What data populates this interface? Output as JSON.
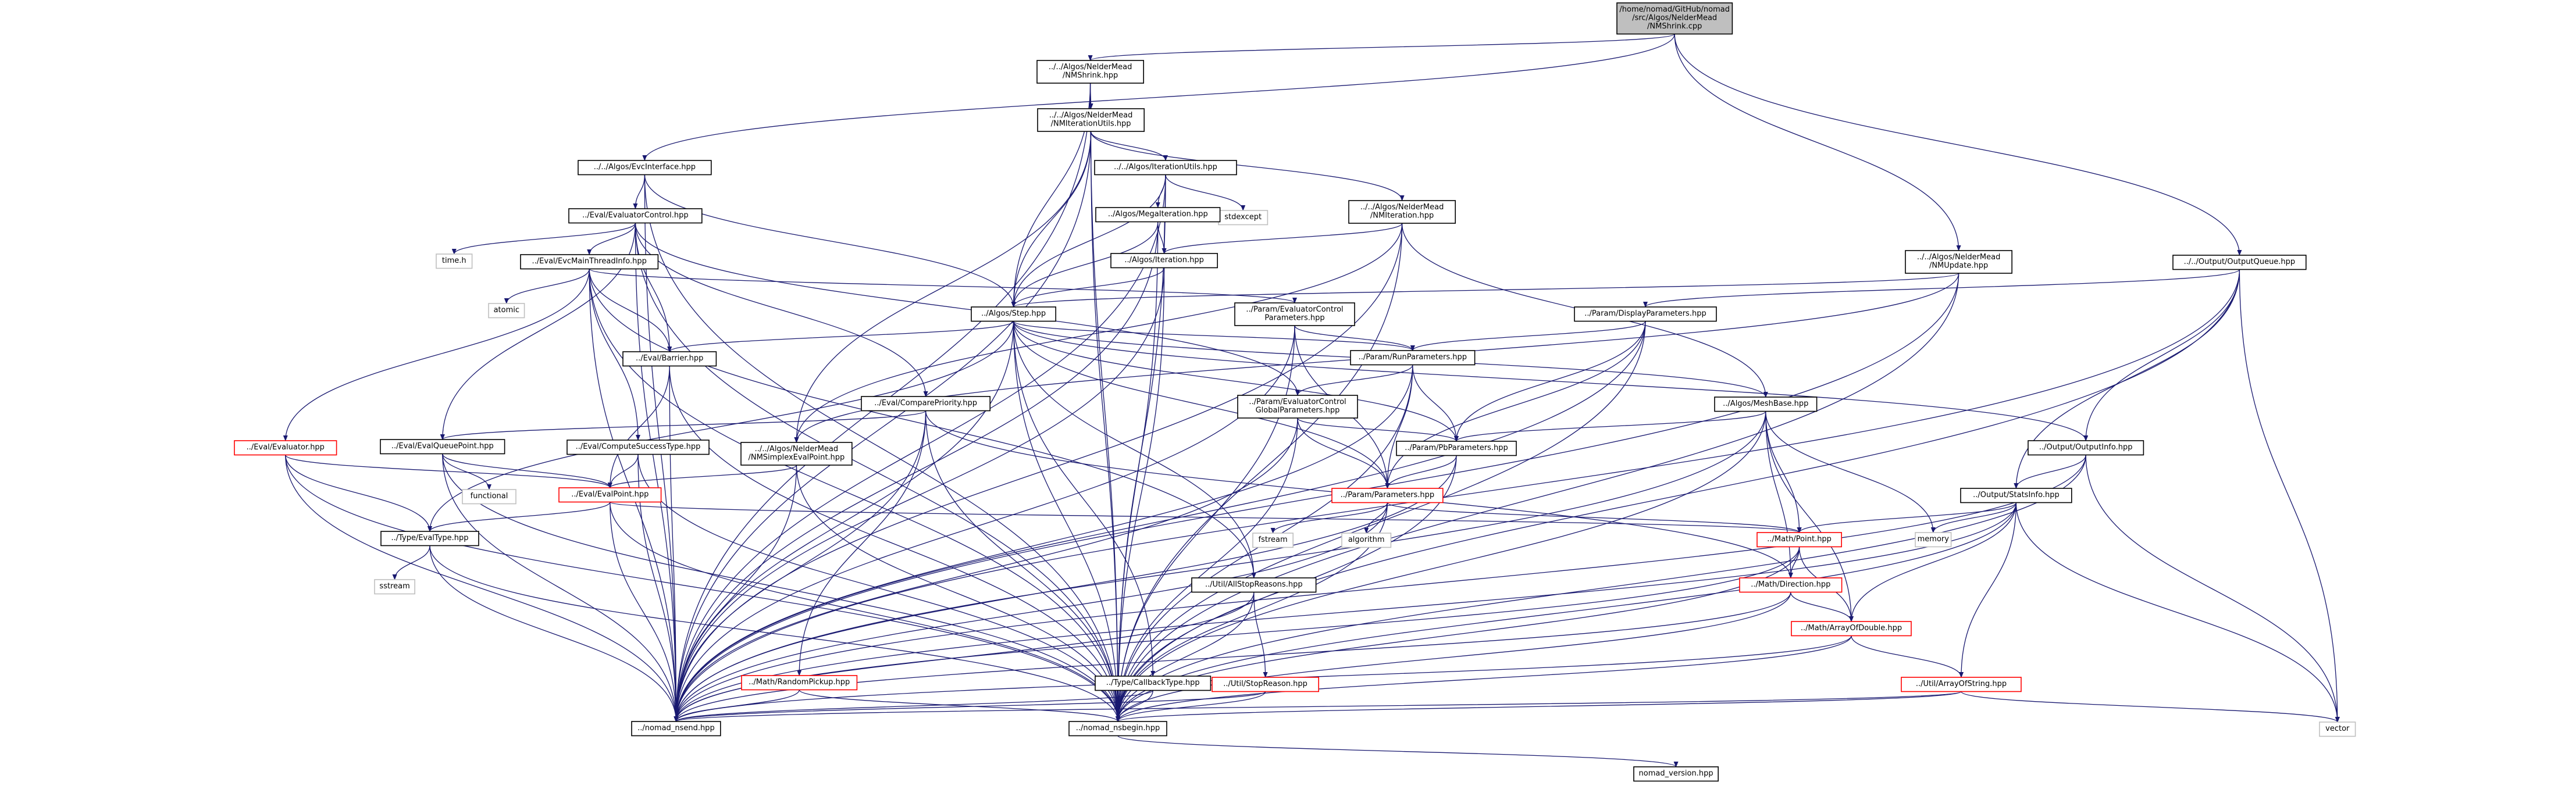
{
  "colors": {
    "edge": "#191970",
    "node_fill": "#ffffff",
    "node_border": "#000000",
    "root_fill": "#bfbfbf",
    "missing_border": "#ff0000",
    "external_border": "#bfbfbf",
    "text": "#000000"
  },
  "nodes": [
    {
      "id": "root",
      "lines": [
        "/home/nomad/GitHub/nomad",
        "/src/Algos/NelderMead",
        "/NMShrink.cpp"
      ],
      "kind": "root"
    },
    {
      "id": "nmshrink",
      "lines": [
        "../../Algos/NelderMead",
        "/NMShrink.hpp"
      ],
      "kind": "normal"
    },
    {
      "id": "nmiterutils",
      "lines": [
        "../../Algos/NelderMead",
        "/NMIterationUtils.hpp"
      ],
      "kind": "normal"
    },
    {
      "id": "evcinterface",
      "lines": [
        "../../Algos/EvcInterface.hpp"
      ],
      "kind": "normal"
    },
    {
      "id": "iterutils",
      "lines": [
        "../../Algos/IterationUtils.hpp"
      ],
      "kind": "normal"
    },
    {
      "id": "stdexcept",
      "lines": [
        "stdexcept"
      ],
      "kind": "external"
    },
    {
      "id": "evalctrl",
      "lines": [
        "../Eval/EvaluatorControl.hpp"
      ],
      "kind": "normal"
    },
    {
      "id": "megaiter",
      "lines": [
        "../Algos/MegaIteration.hpp"
      ],
      "kind": "normal"
    },
    {
      "id": "nmiteration",
      "lines": [
        "../../Algos/NelderMead",
        "/NMIteration.hpp"
      ],
      "kind": "normal"
    },
    {
      "id": "time",
      "lines": [
        "time.h"
      ],
      "kind": "external"
    },
    {
      "id": "evcmain",
      "lines": [
        "../Eval/EvcMainThreadInfo.hpp"
      ],
      "kind": "normal"
    },
    {
      "id": "iteration",
      "lines": [
        "../Algos/Iteration.hpp"
      ],
      "kind": "normal"
    },
    {
      "id": "nmupdate",
      "lines": [
        "../../Algos/NelderMead",
        "/NMUpdate.hpp"
      ],
      "kind": "normal"
    },
    {
      "id": "outqueue",
      "lines": [
        "../../Output/OutputQueue.hpp"
      ],
      "kind": "normal"
    },
    {
      "id": "atomic",
      "lines": [
        "atomic"
      ],
      "kind": "external"
    },
    {
      "id": "step",
      "lines": [
        "../Algos/Step.hpp"
      ],
      "kind": "normal"
    },
    {
      "id": "evalctrlparams",
      "lines": [
        "../Param/EvaluatorControl",
        "Parameters.hpp"
      ],
      "kind": "normal"
    },
    {
      "id": "displayparams",
      "lines": [
        "../Param/DisplayParameters.hpp"
      ],
      "kind": "normal"
    },
    {
      "id": "barrier",
      "lines": [
        "../Eval/Barrier.hpp"
      ],
      "kind": "normal"
    },
    {
      "id": "runparams",
      "lines": [
        "../Param/RunParameters.hpp"
      ],
      "kind": "normal"
    },
    {
      "id": "comparepriority",
      "lines": [
        "../Eval/ComparePriority.hpp"
      ],
      "kind": "normal"
    },
    {
      "id": "evalctrlglobal",
      "lines": [
        "../Param/EvaluatorControl",
        "GlobalParameters.hpp"
      ],
      "kind": "normal"
    },
    {
      "id": "meshbase",
      "lines": [
        "../Algos/MeshBase.hpp"
      ],
      "kind": "normal"
    },
    {
      "id": "evaluator",
      "lines": [
        "../Eval/Evaluator.hpp"
      ],
      "kind": "missing"
    },
    {
      "id": "evalqueuepoint",
      "lines": [
        "../Eval/EvalQueuePoint.hpp"
      ],
      "kind": "normal"
    },
    {
      "id": "computesuccess",
      "lines": [
        "../Eval/ComputeSuccessType.hpp"
      ],
      "kind": "normal"
    },
    {
      "id": "nmsimplexevalpoint",
      "lines": [
        "../../Algos/NelderMead",
        "/NMSimplexEvalPoint.hpp"
      ],
      "kind": "normal"
    },
    {
      "id": "pbparams",
      "lines": [
        "../Param/PbParameters.hpp"
      ],
      "kind": "normal"
    },
    {
      "id": "outinfo",
      "lines": [
        "../Output/OutputInfo.hpp"
      ],
      "kind": "normal"
    },
    {
      "id": "functional",
      "lines": [
        "functional"
      ],
      "kind": "external"
    },
    {
      "id": "evalpoint",
      "lines": [
        "../Eval/EvalPoint.hpp"
      ],
      "kind": "missing"
    },
    {
      "id": "parameters",
      "lines": [
        "../Param/Parameters.hpp"
      ],
      "kind": "missing"
    },
    {
      "id": "statsinfo",
      "lines": [
        "../Output/StatsInfo.hpp"
      ],
      "kind": "normal"
    },
    {
      "id": "evaltype",
      "lines": [
        "../Type/EvalType.hpp"
      ],
      "kind": "normal"
    },
    {
      "id": "fstream",
      "lines": [
        "fstream"
      ],
      "kind": "external"
    },
    {
      "id": "algorithm",
      "lines": [
        "algorithm"
      ],
      "kind": "external"
    },
    {
      "id": "memory",
      "lines": [
        "memory"
      ],
      "kind": "external"
    },
    {
      "id": "point",
      "lines": [
        "../Math/Point.hpp"
      ],
      "kind": "missing"
    },
    {
      "id": "sstream",
      "lines": [
        "sstream"
      ],
      "kind": "external"
    },
    {
      "id": "allstopreasons",
      "lines": [
        "../Util/AllStopReasons.hpp"
      ],
      "kind": "normal"
    },
    {
      "id": "direction",
      "lines": [
        "../Math/Direction.hpp"
      ],
      "kind": "missing"
    },
    {
      "id": "arrayofdouble",
      "lines": [
        "../Math/ArrayOfDouble.hpp"
      ],
      "kind": "missing"
    },
    {
      "id": "randompickup",
      "lines": [
        "../Math/RandomPickup.hpp"
      ],
      "kind": "missing"
    },
    {
      "id": "callbacktype",
      "lines": [
        "../Type/CallbackType.hpp"
      ],
      "kind": "normal"
    },
    {
      "id": "stopreason",
      "lines": [
        "../Util/StopReason.hpp"
      ],
      "kind": "missing"
    },
    {
      "id": "arrayofstring",
      "lines": [
        "../Util/ArrayOfString.hpp"
      ],
      "kind": "missing"
    },
    {
      "id": "nomadnsend",
      "lines": [
        "../nomad_nsend.hpp"
      ],
      "kind": "normal"
    },
    {
      "id": "nomadnsbegin",
      "lines": [
        "../nomad_nsbegin.hpp"
      ],
      "kind": "normal"
    },
    {
      "id": "vector",
      "lines": [
        "vector"
      ],
      "kind": "external"
    },
    {
      "id": "nomadversion",
      "lines": [
        "nomad_version.hpp"
      ],
      "kind": "normal"
    }
  ],
  "edges": [
    [
      "root",
      "nmshrink"
    ],
    [
      "root",
      "evcinterface"
    ],
    [
      "root",
      "nmupdate"
    ],
    [
      "root",
      "outqueue"
    ],
    [
      "nmshrink",
      "nmiterutils"
    ],
    [
      "nmshrink",
      "step"
    ],
    [
      "nmshrink",
      "nomadnsend"
    ],
    [
      "nmshrink",
      "nomadnsbegin"
    ],
    [
      "nmiterutils",
      "iterutils"
    ],
    [
      "nmiterutils",
      "nmiteration"
    ],
    [
      "nmiterutils",
      "step"
    ],
    [
      "nmiterutils",
      "nmsimplexevalpoint"
    ],
    [
      "nmiterutils",
      "nomadnsend"
    ],
    [
      "nmiterutils",
      "nomadnsbegin"
    ],
    [
      "evcinterface",
      "evalctrl"
    ],
    [
      "evcinterface",
      "step"
    ],
    [
      "evcinterface",
      "nomadnsbegin"
    ],
    [
      "evcinterface",
      "nomadnsend"
    ],
    [
      "iterutils",
      "stdexcept"
    ],
    [
      "iterutils",
      "megaiter"
    ],
    [
      "iterutils",
      "iteration"
    ],
    [
      "iterutils",
      "step"
    ],
    [
      "iterutils",
      "nomadnsend"
    ],
    [
      "iterutils",
      "nomadnsbegin"
    ],
    [
      "megaiter",
      "iteration"
    ],
    [
      "megaiter",
      "step"
    ],
    [
      "megaiter",
      "nomadnsend"
    ],
    [
      "megaiter",
      "nomadnsbegin"
    ],
    [
      "nmiteration",
      "iteration"
    ],
    [
      "nmiteration",
      "meshbase"
    ],
    [
      "nmiteration",
      "nmsimplexevalpoint"
    ],
    [
      "nmiteration",
      "nomadnsend"
    ],
    [
      "nmiteration",
      "nomadnsbegin"
    ],
    [
      "evalctrl",
      "time"
    ],
    [
      "evalctrl",
      "evcmain"
    ],
    [
      "evalctrl",
      "barrier"
    ],
    [
      "evalctrl",
      "comparepriority"
    ],
    [
      "evalctrl",
      "evalqueuepoint"
    ],
    [
      "evalctrl",
      "evalctrlglobal"
    ],
    [
      "evalctrl",
      "nomadnsend"
    ],
    [
      "evalctrl",
      "nomadnsbegin"
    ],
    [
      "evcmain",
      "atomic"
    ],
    [
      "evcmain",
      "barrier"
    ],
    [
      "evcmain",
      "evaluator"
    ],
    [
      "evcmain",
      "computesuccess"
    ],
    [
      "evcmain",
      "evalctrlparams"
    ],
    [
      "evcmain",
      "nomadnsend"
    ],
    [
      "evcmain",
      "nomadnsbegin"
    ],
    [
      "evcmain",
      "allstopreasons"
    ],
    [
      "iteration",
      "step"
    ],
    [
      "iteration",
      "nomadnsend"
    ],
    [
      "iteration",
      "nomadnsbegin"
    ],
    [
      "nmupdate",
      "step"
    ],
    [
      "nmupdate",
      "nmsimplexevalpoint"
    ],
    [
      "nmupdate",
      "nomadnsend"
    ],
    [
      "nmupdate",
      "nomadnsbegin"
    ],
    [
      "outqueue",
      "displayparams"
    ],
    [
      "outqueue",
      "outinfo"
    ],
    [
      "outqueue",
      "statsinfo"
    ],
    [
      "outqueue",
      "vector"
    ],
    [
      "outqueue",
      "nomadnsend"
    ],
    [
      "outqueue",
      "nomadnsbegin"
    ],
    [
      "step",
      "barrier"
    ],
    [
      "step",
      "runparams"
    ],
    [
      "step",
      "pbparams"
    ],
    [
      "step",
      "meshbase"
    ],
    [
      "step",
      "outinfo"
    ],
    [
      "step",
      "evaltype"
    ],
    [
      "step",
      "allstopreasons"
    ],
    [
      "step",
      "callbacktype"
    ],
    [
      "step",
      "nomadnsend"
    ],
    [
      "step",
      "nomadnsbegin"
    ],
    [
      "step",
      "parameters"
    ],
    [
      "evalctrlparams",
      "runparams"
    ],
    [
      "evalctrlparams",
      "parameters"
    ],
    [
      "evalctrlparams",
      "nomadnsend"
    ],
    [
      "evalctrlparams",
      "nomadnsbegin"
    ],
    [
      "displayparams",
      "runparams"
    ],
    [
      "displayparams",
      "pbparams"
    ],
    [
      "displayparams",
      "parameters"
    ],
    [
      "displayparams",
      "nomadnsend"
    ],
    [
      "displayparams",
      "nomadnsbegin"
    ],
    [
      "barrier",
      "evalpoint"
    ],
    [
      "barrier",
      "nomadnsend"
    ],
    [
      "barrier",
      "nomadnsbegin"
    ],
    [
      "runparams",
      "evalctrlglobal"
    ],
    [
      "runparams",
      "pbparams"
    ],
    [
      "runparams",
      "parameters"
    ],
    [
      "runparams",
      "nomadnsend"
    ],
    [
      "runparams",
      "nomadnsbegin"
    ],
    [
      "comparepriority",
      "evalqueuepoint"
    ],
    [
      "comparepriority",
      "direction"
    ],
    [
      "comparepriority",
      "randompickup"
    ],
    [
      "comparepriority",
      "nomadnsend"
    ],
    [
      "comparepriority",
      "nomadnsbegin"
    ],
    [
      "evalctrlglobal",
      "pbparams"
    ],
    [
      "evalctrlglobal",
      "parameters"
    ],
    [
      "evalctrlglobal",
      "nomadnsend"
    ],
    [
      "evalctrlglobal",
      "nomadnsbegin"
    ],
    [
      "meshbase",
      "pbparams"
    ],
    [
      "meshbase",
      "point"
    ],
    [
      "meshbase",
      "direction"
    ],
    [
      "meshbase",
      "arrayofdouble"
    ],
    [
      "meshbase",
      "memory"
    ],
    [
      "meshbase",
      "nomadnsend"
    ],
    [
      "meshbase",
      "nomadnsbegin"
    ],
    [
      "evaluator",
      "evalpoint"
    ],
    [
      "evaluator",
      "evaltype"
    ],
    [
      "evaluator",
      "nomadnsend"
    ],
    [
      "evaluator",
      "nomadnsbegin"
    ],
    [
      "evalqueuepoint",
      "evalpoint"
    ],
    [
      "evalqueuepoint",
      "functional"
    ],
    [
      "evalqueuepoint",
      "nomadnsend"
    ],
    [
      "evalqueuepoint",
      "nomadnsbegin"
    ],
    [
      "computesuccess",
      "evalpoint"
    ],
    [
      "computesuccess",
      "nomadnsend"
    ],
    [
      "computesuccess",
      "nomadnsbegin"
    ],
    [
      "nmsimplexevalpoint",
      "evalpoint"
    ],
    [
      "nmsimplexevalpoint",
      "nomadnsend"
    ],
    [
      "nmsimplexevalpoint",
      "nomadnsbegin"
    ],
    [
      "pbparams",
      "parameters"
    ],
    [
      "pbparams",
      "nomadnsend"
    ],
    [
      "pbparams",
      "nomadnsbegin"
    ],
    [
      "outinfo",
      "statsinfo"
    ],
    [
      "outinfo",
      "vector"
    ],
    [
      "outinfo",
      "nomadnsend"
    ],
    [
      "outinfo",
      "nomadnsbegin"
    ],
    [
      "evalpoint",
      "point"
    ],
    [
      "evalpoint",
      "evaltype"
    ],
    [
      "evalpoint",
      "nomadnsend"
    ],
    [
      "evalpoint",
      "nomadnsbegin"
    ],
    [
      "parameters",
      "fstream"
    ],
    [
      "parameters",
      "algorithm"
    ],
    [
      "parameters",
      "point"
    ],
    [
      "parameters",
      "nomadnsend"
    ],
    [
      "parameters",
      "nomadnsbegin"
    ],
    [
      "statsinfo",
      "point"
    ],
    [
      "statsinfo",
      "arrayofdouble"
    ],
    [
      "statsinfo",
      "arrayofstring"
    ],
    [
      "statsinfo",
      "memory"
    ],
    [
      "statsinfo",
      "vector"
    ],
    [
      "statsinfo",
      "nomadnsend"
    ],
    [
      "statsinfo",
      "nomadnsbegin"
    ],
    [
      "evaltype",
      "sstream"
    ],
    [
      "evaltype",
      "nomadnsend"
    ],
    [
      "evaltype",
      "nomadnsbegin"
    ],
    [
      "point",
      "direction"
    ],
    [
      "point",
      "arrayofdouble"
    ],
    [
      "point",
      "nomadnsend"
    ],
    [
      "point",
      "nomadnsbegin"
    ],
    [
      "allstopreasons",
      "stopreason"
    ],
    [
      "allstopreasons",
      "nomadnsend"
    ],
    [
      "allstopreasons",
      "nomadnsbegin"
    ],
    [
      "direction",
      "arrayofdouble"
    ],
    [
      "direction",
      "nomadnsend"
    ],
    [
      "direction",
      "nomadnsbegin"
    ],
    [
      "arrayofdouble",
      "arrayofstring"
    ],
    [
      "arrayofdouble",
      "nomadnsend"
    ],
    [
      "arrayofdouble",
      "nomadnsbegin"
    ],
    [
      "randompickup",
      "nomadnsend"
    ],
    [
      "randompickup",
      "nomadnsbegin"
    ],
    [
      "callbacktype",
      "nomadnsend"
    ],
    [
      "callbacktype",
      "nomadnsbegin"
    ],
    [
      "stopreason",
      "nomadnsend"
    ],
    [
      "stopreason",
      "nomadnsbegin"
    ],
    [
      "arrayofstring",
      "vector"
    ],
    [
      "arrayofstring",
      "nomadnsend"
    ],
    [
      "arrayofstring",
      "nomadnsbegin"
    ],
    [
      "nomadnsbegin",
      "nomadversion"
    ]
  ]
}
